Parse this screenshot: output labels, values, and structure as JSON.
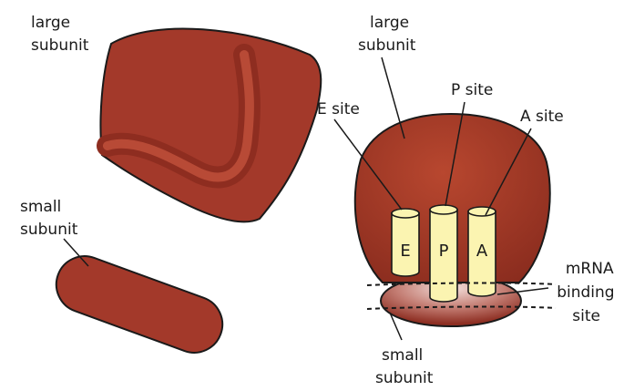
{
  "colors": {
    "subunit_fill": "#a3392a",
    "subunit_dark": "#7e2418",
    "subunit_light": "#c0503b",
    "site_fill": "#fbf4b1",
    "outline": "#1a1a1a"
  },
  "left": {
    "large_subunit_label": [
      "large",
      "subunit"
    ],
    "small_subunit_label": [
      "small",
      "subunit"
    ]
  },
  "right": {
    "large_subunit_label": [
      "large",
      "subunit"
    ],
    "small_subunit_label": [
      "small",
      "subunit"
    ],
    "e_site_label": "E site",
    "p_site_label": "P site",
    "a_site_label": "A site",
    "mrna_label": [
      "mRNA",
      "binding",
      "site"
    ],
    "site_letters": [
      "E",
      "P",
      "A"
    ]
  }
}
